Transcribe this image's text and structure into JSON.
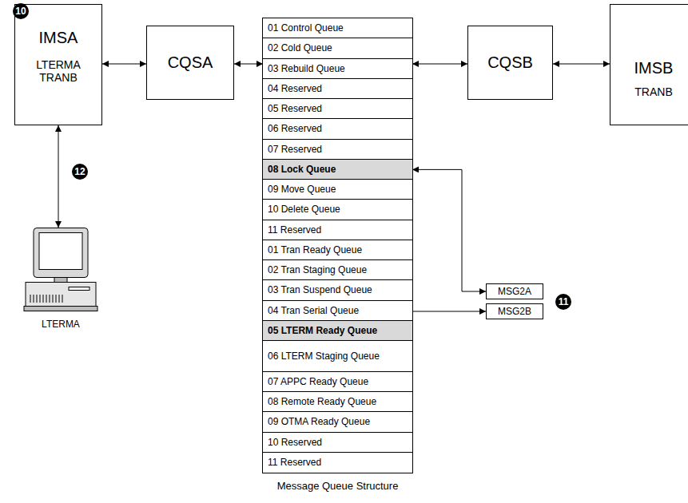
{
  "diagram": {
    "nodes": [
      {
        "text": [
          "IMSA",
          "LTERMA",
          "TRANB"
        ]
      },
      {
        "text": [
          "CQSA"
        ]
      },
      {
        "text": [
          "Message Queue Structure"
        ]
      },
      {
        "text": [
          "01 Control Queue"
        ],
        "in": 2
      },
      {
        "text": [
          "02 Cold Queue"
        ],
        "in": 2
      },
      {
        "text": [
          "03 Rebuild Queue"
        ],
        "in": 2
      },
      {
        "text": [
          "04 Reserved"
        ],
        "in": 2
      },
      {
        "text": [
          "05 Reserved"
        ],
        "in": 2
      },
      {
        "text": [
          "06 Reserved"
        ],
        "in": 2
      },
      {
        "text": [
          "07 Reserved"
        ],
        "in": 2
      },
      {
        "text": [
          "08 Lock Queue"
        ],
        "in": 2
      },
      {
        "text": [
          "09 Move Queue"
        ],
        "in": 2
      },
      {
        "text": [
          "10 Delete Queue"
        ],
        "in": 2
      },
      {
        "text": [
          "11 Reserved"
        ],
        "in": 2
      },
      {
        "text": [
          "01 Tran Ready Queue"
        ],
        "in": 2
      },
      {
        "text": [
          "02 Tran Staging Queue"
        ],
        "in": 2
      },
      {
        "text": [
          "03 Tran Suspend Queue"
        ],
        "in": 2
      },
      {
        "text": [
          "04 Tran Serial Queue"
        ],
        "in": 2
      },
      {
        "text": [
          "05 LTERM Ready Queue"
        ],
        "in": 2
      },
      {
        "text": [
          "06 LTERM Staging Queue"
        ],
        "in": 2
      },
      {
        "text": [
          "07 APPC Ready Queue"
        ],
        "in": 2
      },
      {
        "text": [
          "08 Remote Ready Queue"
        ],
        "in": 2
      },
      {
        "text": [
          "09 OTMA Ready Queue"
        ],
        "in": 2
      },
      {
        "text": [
          "10 Reserved"
        ],
        "in": 2
      },
      {
        "text": [
          "11 Reserved"
        ],
        "in": 2
      },
      {
        "text": [
          "CQSB"
        ]
      },
      {
        "text": [
          "IMSB",
          "TRANB"
        ]
      },
      {
        "text": [
          "LTERMA"
        ]
      },
      {
        "text": [
          "MSG2A"
        ]
      },
      {
        "text": [
          "MSG2B"
        ]
      }
    ],
    "edges": [
      {
        "from": 0,
        "to": 1,
        "arrow": "both"
      },
      {
        "from": 1,
        "to": 5,
        "arrow": "both"
      },
      {
        "from": 5,
        "to": 25,
        "arrow": "both"
      },
      {
        "from": 25,
        "to": 26,
        "arrow": "both"
      },
      {
        "from": 0,
        "to": 27,
        "arrow": "both"
      },
      {
        "from": 10,
        "to": 28,
        "arrow": "both"
      },
      {
        "from": 17,
        "to": 29,
        "arrow": "to"
      }
    ],
    "labels": [
      "10",
      "11",
      "12"
    ]
  }
}
